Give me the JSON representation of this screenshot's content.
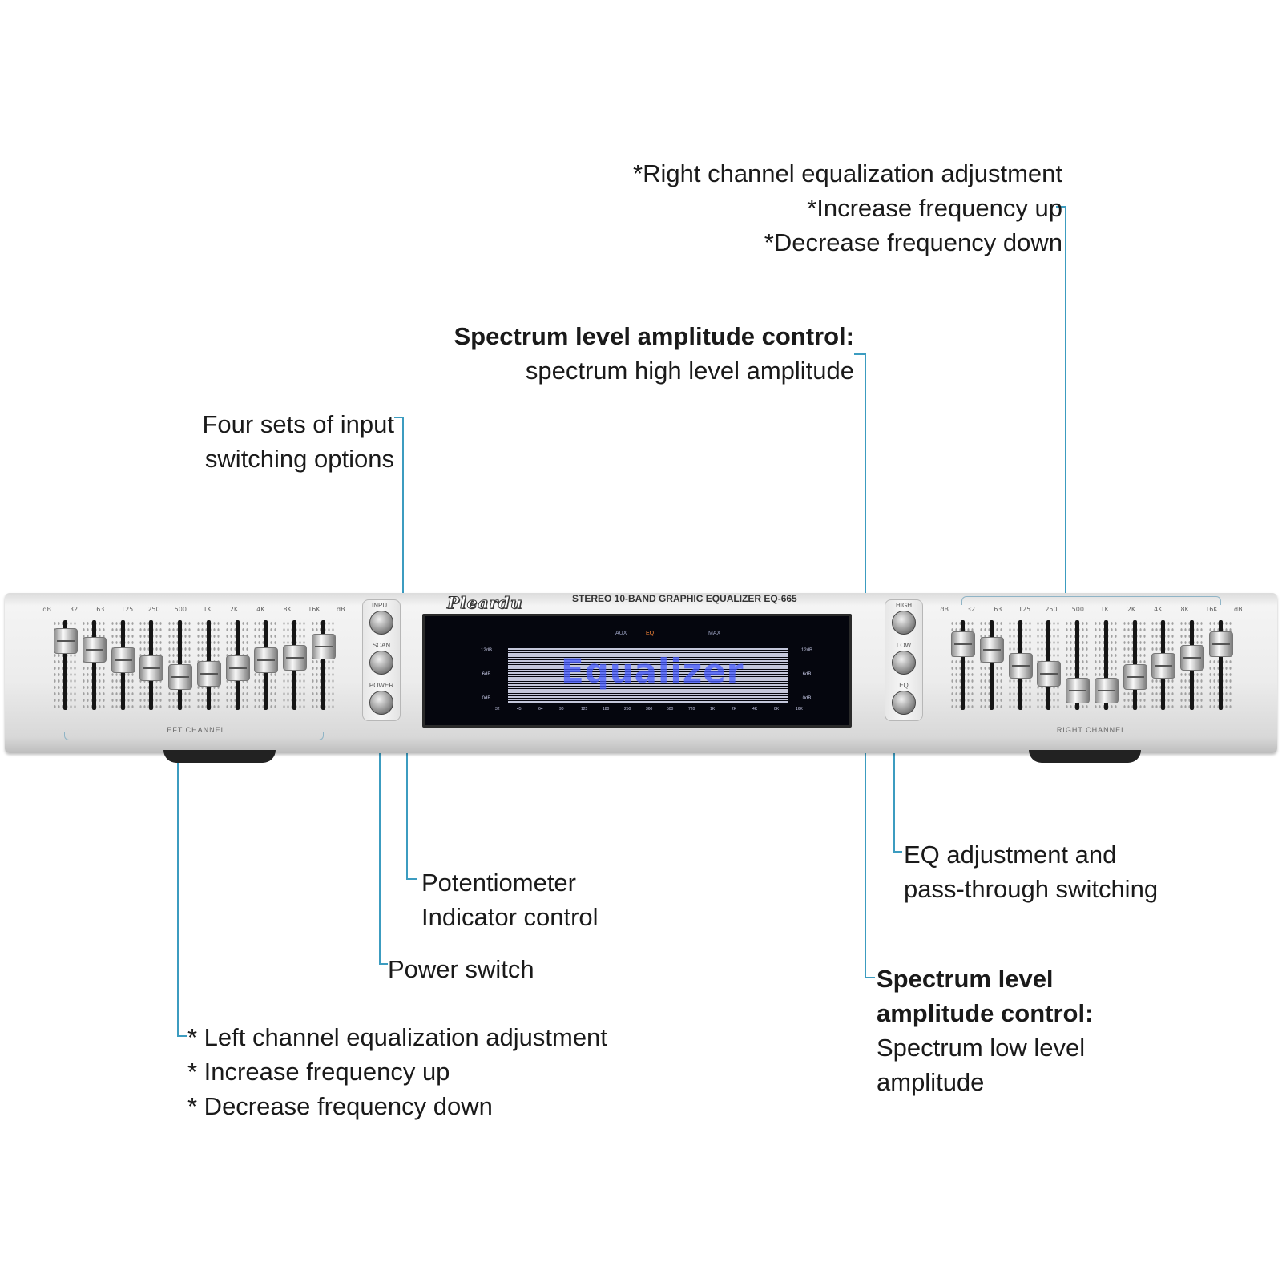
{
  "callouts": {
    "right_channel": [
      "*Right channel equalization adjustment",
      "*Increase frequency up",
      "*Decrease frequency down"
    ],
    "spectrum_high": {
      "heading": "Spectrum level amplitude control:",
      "text": "spectrum high level amplitude"
    },
    "input_switching": [
      "Four sets of input",
      "switching options"
    ],
    "potentiometer": [
      "Potentiometer",
      "Indicator control"
    ],
    "power_switch": "Power switch",
    "left_channel": [
      "* Left channel equalization adjustment",
      "* Increase frequency up",
      "* Decrease frequency down"
    ],
    "eq_adjustment": [
      "EQ adjustment and",
      "pass-through switching"
    ],
    "spectrum_low": {
      "heading": [
        "Spectrum level",
        "amplitude control:"
      ],
      "text": [
        "Spectrum low level",
        "amplitude"
      ]
    }
  },
  "device": {
    "brand": "Pleardu",
    "model": "STEREO 10-BAND GRAPHIC EQUALIZER EQ-665",
    "screen_logo": "Equalizer",
    "screen_modes": [
      "AUX",
      "EQ",
      "MAX"
    ],
    "screen_scale": [
      "12dB",
      "6dB",
      "0dB"
    ],
    "screen_freqs": [
      "32",
      "45",
      "64",
      "90",
      "125",
      "180",
      "250",
      "360",
      "500",
      "720",
      "1K",
      "2K",
      "4K",
      "8K",
      "16K"
    ],
    "left_channel_label": "LEFT CHANNEL",
    "right_channel_label": "RIGHT CHANNEL",
    "db_label": "dB",
    "bands": [
      "32",
      "63",
      "125",
      "250",
      "500",
      "1K",
      "2K",
      "4K",
      "8K",
      "16K"
    ],
    "left_buttons": [
      "INPUT",
      "SCAN",
      "POWER"
    ],
    "right_buttons": [
      "HIGH",
      "LOW",
      "EQ"
    ],
    "left_slider_levels_db": [
      9,
      6,
      2,
      -1,
      -4,
      -3,
      -1,
      2,
      3,
      7
    ],
    "right_slider_levels_db": [
      8,
      6,
      0,
      -3,
      -9,
      -9,
      -4,
      0,
      3,
      8
    ],
    "leader_color": "#3c9cc0"
  }
}
